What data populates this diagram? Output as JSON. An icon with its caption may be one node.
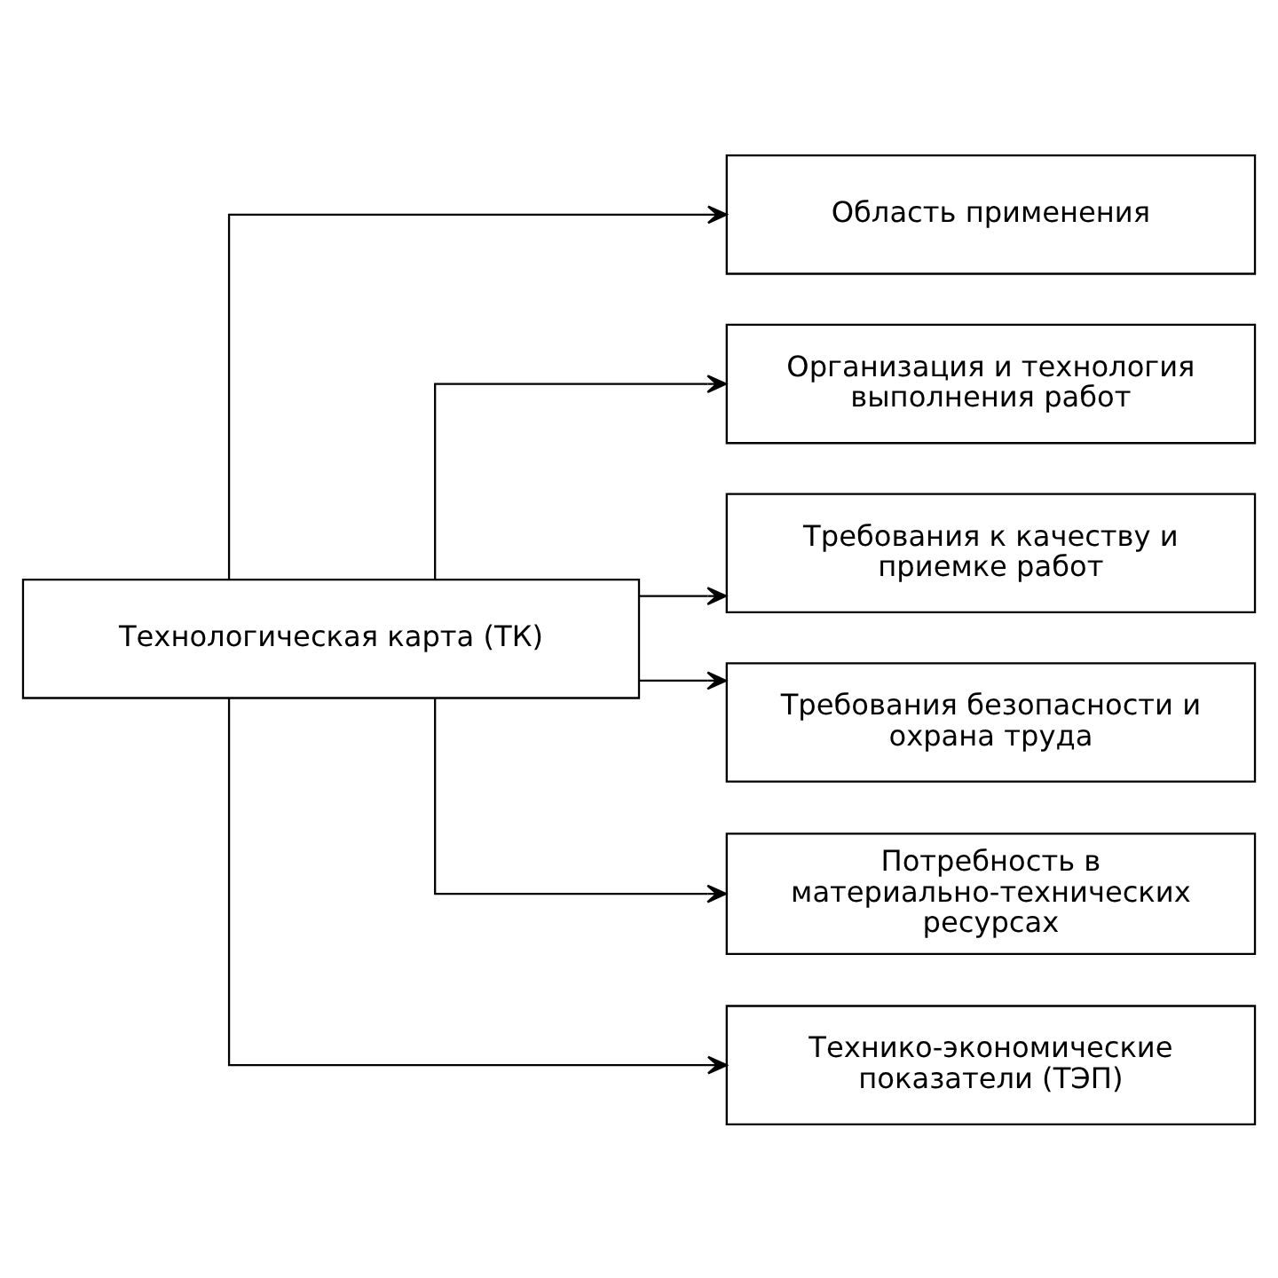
{
  "diagram": {
    "nodes": [
      {
        "text": [
          "Технологическая карта (ТК)"
        ]
      },
      {
        "text": [
          "Область применения"
        ]
      },
      {
        "text": [
          "Организация и технология выполнения работ"
        ]
      },
      {
        "text": [
          "Требования к качеству и приемке работ"
        ]
      },
      {
        "text": [
          "Требования безопасности и охрана труда"
        ]
      },
      {
        "text": [
          "Потребность в материально-технических ресурсах"
        ]
      },
      {
        "text": [
          "Технико-экономические показатели (ТЭП)"
        ]
      }
    ],
    "edges": [
      {
        "from": 0,
        "to": 1,
        "arrow": "to"
      },
      {
        "from": 0,
        "to": 2,
        "arrow": "to"
      },
      {
        "from": 0,
        "to": 3,
        "arrow": "to"
      },
      {
        "from": 0,
        "to": 4,
        "arrow": "to"
      },
      {
        "from": 0,
        "to": 5,
        "arrow": "to"
      },
      {
        "from": 0,
        "to": 6,
        "arrow": "to"
      }
    ]
  }
}
